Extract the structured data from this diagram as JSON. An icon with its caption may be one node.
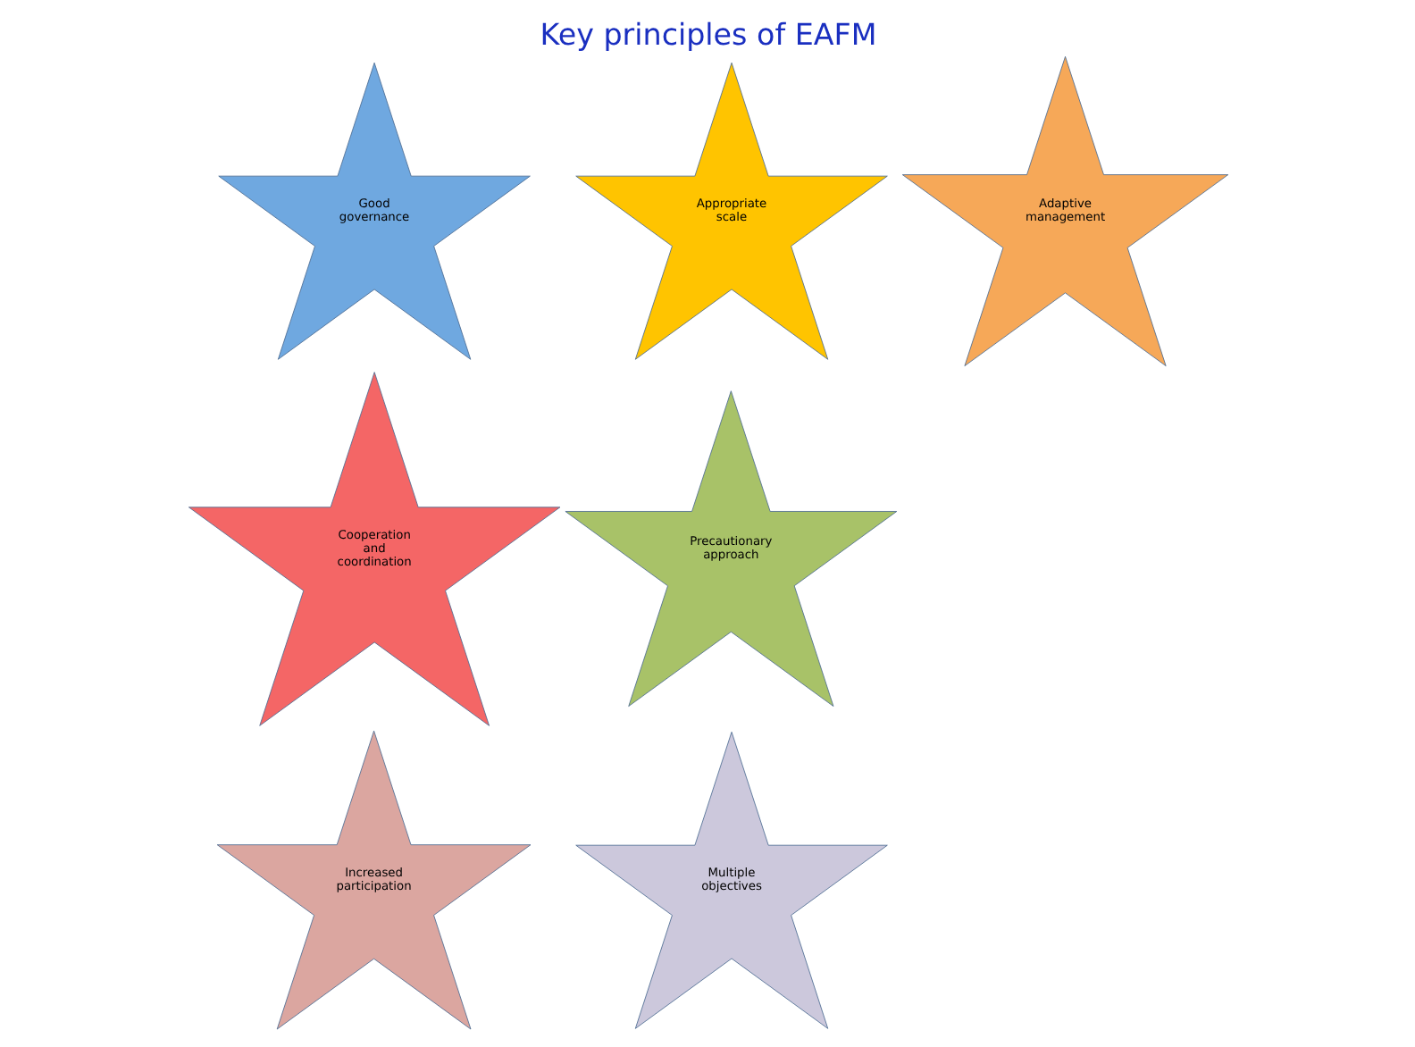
{
  "diagram": {
    "title": "Key principles of EAFM",
    "nodes": [
      {
        "text": [
          "Good governance"
        ]
      },
      {
        "text": [
          "Cooperation and coordination"
        ]
      },
      {
        "text": [
          "Increased participation"
        ]
      },
      {
        "text": [
          "Appropriate scale"
        ]
      },
      {
        "text": [
          "Precautionary approach"
        ]
      },
      {
        "text": [
          "Multiple objectives"
        ]
      },
      {
        "text": [
          "Adaptive management"
        ]
      }
    ],
    "edges": []
  }
}
